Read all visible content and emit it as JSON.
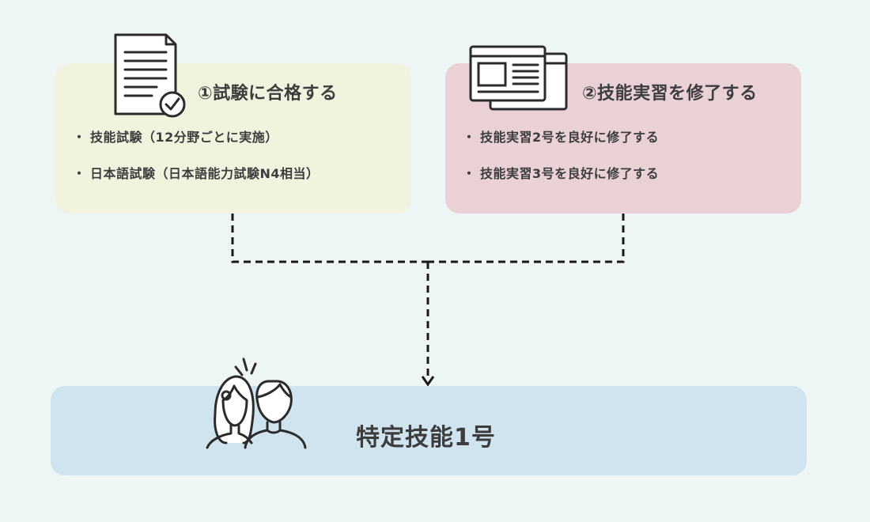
{
  "requirement_1": {
    "title": "①試験に合格する",
    "items": [
      "技能試験（12分野ごとに実施）",
      "日本語試験（日本語能力試験N4相当）"
    ]
  },
  "requirement_2": {
    "title": "②技能実習を修了する",
    "items": [
      "技能実習2号を良好に修了する",
      "技能実習3号を良好に修了する"
    ]
  },
  "result": {
    "label": "特定技能1号"
  },
  "bullet_symbol": "・",
  "icons": {
    "requirement_1": "document-check-icon",
    "requirement_2": "browser-windows-icon",
    "result": "people-icon"
  },
  "colors": {
    "background": "#eef6f5",
    "box_exam": "#f2f3df",
    "box_training": "#ead1d5",
    "box_result": "#cfe4ef",
    "line": "#1a1a1a"
  }
}
